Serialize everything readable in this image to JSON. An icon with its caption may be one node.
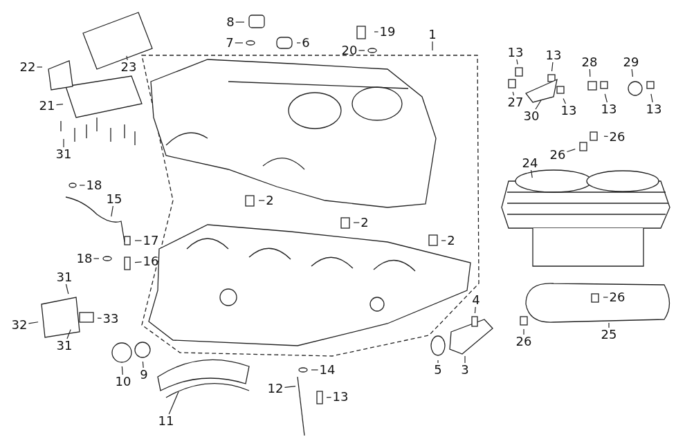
{
  "diagram": {
    "nodes": [
      {
        "text": [
          "8"
        ]
      },
      {
        "text": [
          "19"
        ]
      },
      {
        "text": [
          "1"
        ]
      },
      {
        "text": [
          "7"
        ]
      },
      {
        "text": [
          "6"
        ]
      },
      {
        "text": [
          "20"
        ]
      },
      {
        "text": [
          "13"
        ]
      },
      {
        "text": [
          "13"
        ]
      },
      {
        "text": [
          "28"
        ]
      },
      {
        "text": [
          "29"
        ]
      },
      {
        "text": [
          "22"
        ]
      },
      {
        "text": [
          "23"
        ]
      },
      {
        "text": [
          "27"
        ]
      },
      {
        "text": [
          "13"
        ]
      },
      {
        "text": [
          "13"
        ]
      },
      {
        "text": [
          "21"
        ]
      },
      {
        "text": [
          "30"
        ]
      },
      {
        "text": [
          "13"
        ]
      },
      {
        "text": [
          "26"
        ]
      },
      {
        "text": [
          "31"
        ]
      },
      {
        "text": [
          "26"
        ]
      },
      {
        "text": [
          "24"
        ]
      },
      {
        "text": [
          "18"
        ]
      },
      {
        "text": [
          "15"
        ]
      },
      {
        "text": [
          "2"
        ]
      },
      {
        "text": [
          "2"
        ]
      },
      {
        "text": [
          "17"
        ]
      },
      {
        "text": [
          "2"
        ]
      },
      {
        "text": [
          "18"
        ]
      },
      {
        "text": [
          "16"
        ]
      },
      {
        "text": [
          "31"
        ]
      },
      {
        "text": [
          "26"
        ]
      },
      {
        "text": [
          "4"
        ]
      },
      {
        "text": [
          "33"
        ]
      },
      {
        "text": [
          "32"
        ]
      },
      {
        "text": [
          "25"
        ]
      },
      {
        "text": [
          "31"
        ]
      },
      {
        "text": [
          "26"
        ]
      },
      {
        "text": [
          "14"
        ]
      },
      {
        "text": [
          "5"
        ]
      },
      {
        "text": [
          "3"
        ]
      },
      {
        "text": [
          "9"
        ]
      },
      {
        "text": [
          "10"
        ]
      },
      {
        "text": [
          "12"
        ]
      },
      {
        "text": [
          "13"
        ]
      },
      {
        "text": [
          "11"
        ]
      }
    ],
    "edges": [
      {
        "from": 0,
        "to": null,
        "arrow": "none"
      },
      {
        "from": 1,
        "to": null,
        "arrow": "none"
      },
      {
        "from": 2,
        "to": null,
        "arrow": "none"
      },
      {
        "from": 3,
        "to": null,
        "arrow": "none"
      },
      {
        "from": 4,
        "to": null,
        "arrow": "none"
      },
      {
        "from": 5,
        "to": null,
        "arrow": "none"
      },
      {
        "from": 6,
        "to": null,
        "arrow": "none"
      },
      {
        "from": 7,
        "to": null,
        "arrow": "none"
      },
      {
        "from": 8,
        "to": null,
        "arrow": "none"
      },
      {
        "from": 9,
        "to": null,
        "arrow": "none"
      },
      {
        "from": 10,
        "to": null,
        "arrow": "none"
      },
      {
        "from": 11,
        "to": null,
        "arrow": "none"
      },
      {
        "from": 12,
        "to": null,
        "arrow": "none"
      },
      {
        "from": 13,
        "to": null,
        "arrow": "none"
      },
      {
        "from": 14,
        "to": null,
        "arrow": "none"
      },
      {
        "from": 15,
        "to": null,
        "arrow": "none"
      },
      {
        "from": 16,
        "to": null,
        "arrow": "none"
      },
      {
        "from": 17,
        "to": null,
        "arrow": "none"
      },
      {
        "from": 18,
        "to": null,
        "arrow": "none"
      },
      {
        "from": 19,
        "to": null,
        "arrow": "none"
      },
      {
        "from": 20,
        "to": null,
        "arrow": "none"
      },
      {
        "from": 21,
        "to": null,
        "arrow": "none"
      },
      {
        "from": 22,
        "to": null,
        "arrow": "none"
      },
      {
        "from": 23,
        "to": null,
        "arrow": "none"
      },
      {
        "from": 24,
        "to": null,
        "arrow": "none"
      },
      {
        "from": 25,
        "to": null,
        "arrow": "none"
      },
      {
        "from": 26,
        "to": null,
        "arrow": "none"
      },
      {
        "from": 27,
        "to": null,
        "arrow": "none"
      },
      {
        "from": 28,
        "to": null,
        "arrow": "none"
      },
      {
        "from": 29,
        "to": null,
        "arrow": "none"
      },
      {
        "from": 30,
        "to": null,
        "arrow": "none"
      },
      {
        "from": 31,
        "to": null,
        "arrow": "none"
      },
      {
        "from": 32,
        "to": null,
        "arrow": "none"
      },
      {
        "from": 33,
        "to": null,
        "arrow": "none"
      },
      {
        "from": 34,
        "to": null,
        "arrow": "none"
      },
      {
        "from": 35,
        "to": null,
        "arrow": "none"
      },
      {
        "from": 36,
        "to": null,
        "arrow": "none"
      },
      {
        "from": 37,
        "to": null,
        "arrow": "none"
      },
      {
        "from": 38,
        "to": null,
        "arrow": "none"
      },
      {
        "from": 39,
        "to": null,
        "arrow": "none"
      },
      {
        "from": 40,
        "to": null,
        "arrow": "none"
      },
      {
        "from": 41,
        "to": null,
        "arrow": "none"
      },
      {
        "from": 42,
        "to": null,
        "arrow": "none"
      },
      {
        "from": 43,
        "to": null,
        "arrow": "none"
      },
      {
        "from": 44,
        "to": null,
        "arrow": "none"
      },
      {
        "from": 45,
        "to": null,
        "arrow": "none"
      }
    ]
  }
}
